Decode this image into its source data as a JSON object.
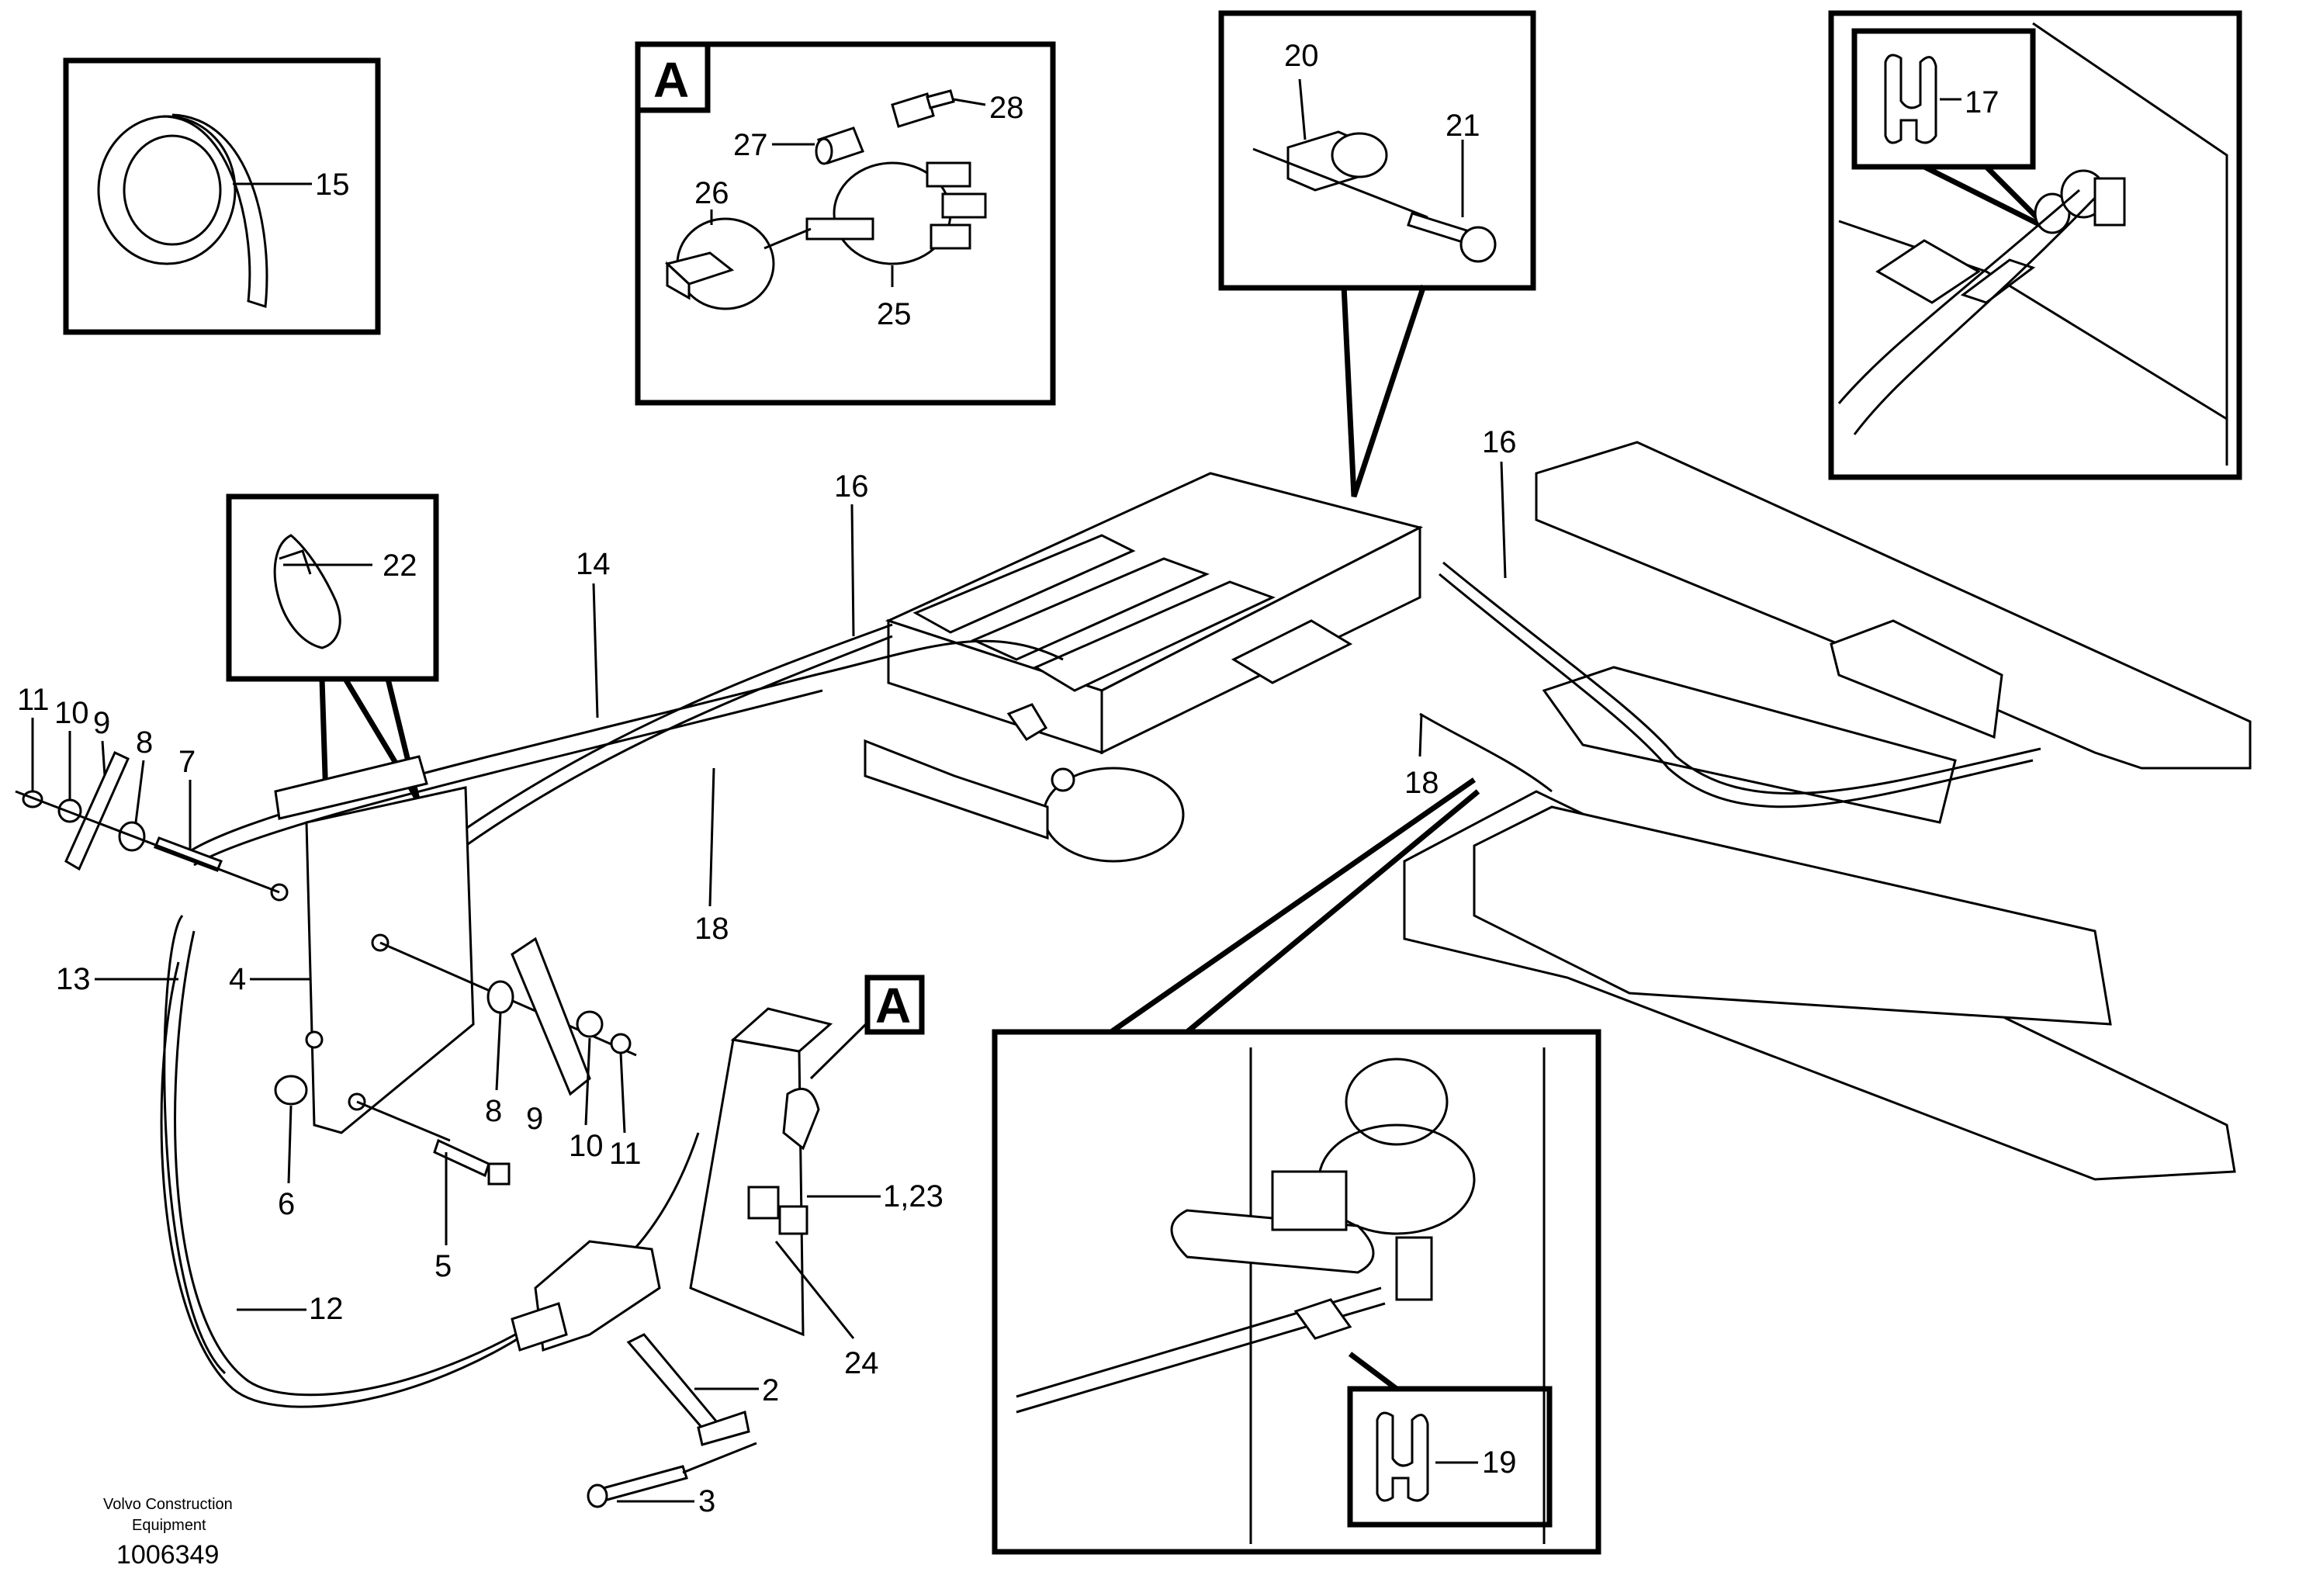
{
  "diagram": {
    "callouts": {
      "c15": "15",
      "cA1": "A",
      "c27": "27",
      "c28": "28",
      "c26": "26",
      "c25": "25",
      "c20": "20",
      "c21": "21",
      "c17": "17",
      "c22": "22",
      "c16a": "16",
      "c16b": "16",
      "c14": "14",
      "c11a": "11",
      "c10a": "10",
      "c9a": "9",
      "c8a": "8",
      "c7": "7",
      "c13": "13",
      "c4": "4",
      "c18a": "18",
      "c18b": "18",
      "c8b": "8",
      "c9b": "9",
      "c10b": "10",
      "c11b": "11",
      "c6": "6",
      "c5": "5",
      "cA2": "A",
      "c123": "1,23",
      "c12": "12",
      "c24": "24",
      "c2": "2",
      "c3": "3",
      "c19": "19"
    },
    "footer": {
      "brand_line1": "Volvo Construction",
      "brand_line2": "Equipment",
      "drawing_number": "1006349"
    }
  }
}
